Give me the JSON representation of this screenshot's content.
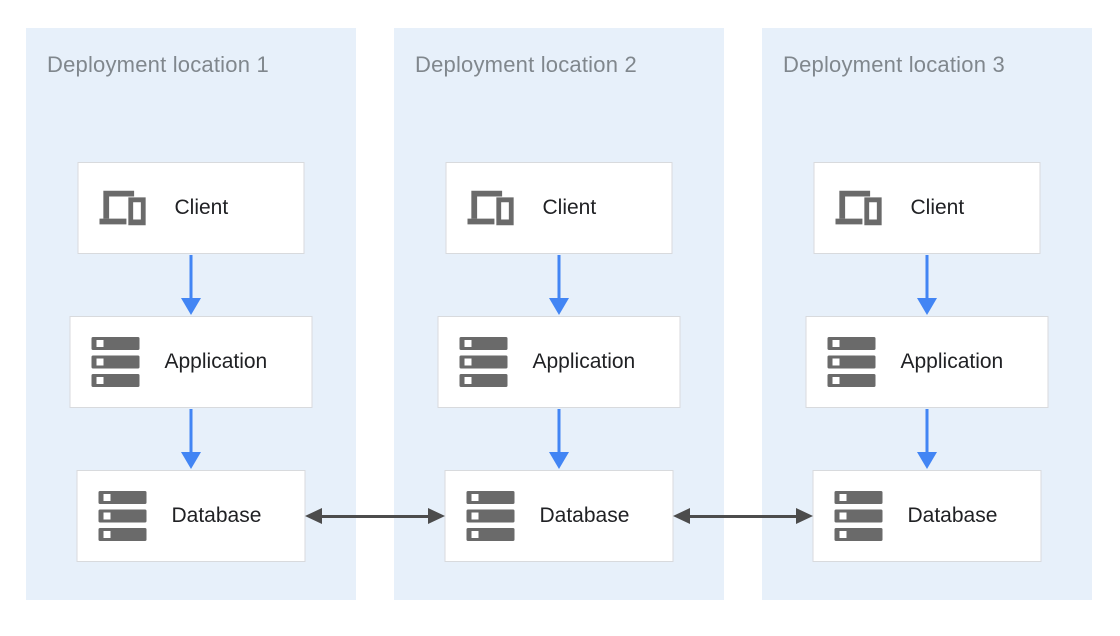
{
  "diagram": {
    "panels": [
      {
        "title": "Deployment location 1",
        "nodes": [
          {
            "label": "Client",
            "icon": "devices-icon"
          },
          {
            "label": "Application",
            "icon": "server-stack-icon"
          },
          {
            "label": "Database",
            "icon": "server-stack-icon"
          }
        ]
      },
      {
        "title": "Deployment location 2",
        "nodes": [
          {
            "label": "Client",
            "icon": "devices-icon"
          },
          {
            "label": "Application",
            "icon": "server-stack-icon"
          },
          {
            "label": "Database",
            "icon": "server-stack-icon"
          }
        ]
      },
      {
        "title": "Deployment location 3",
        "nodes": [
          {
            "label": "Client",
            "icon": "devices-icon"
          },
          {
            "label": "Application",
            "icon": "server-stack-icon"
          },
          {
            "label": "Database",
            "icon": "server-stack-icon"
          }
        ]
      }
    ],
    "connections": {
      "vertical_flow": [
        "Client to Application",
        "Application to Database"
      ],
      "horizontal_replication": [
        "Database 1 to Database 2",
        "Database 2 to Database 3"
      ]
    }
  },
  "colors": {
    "panel_bg": "#e7f0fa",
    "flow_arrow": "#4285f4",
    "replication_arrow": "#4c4c4c",
    "icon_gray": "#6a6a6a",
    "box_border": "#d8dadd",
    "title_gray": "#80878d",
    "label_dark": "#202124"
  }
}
